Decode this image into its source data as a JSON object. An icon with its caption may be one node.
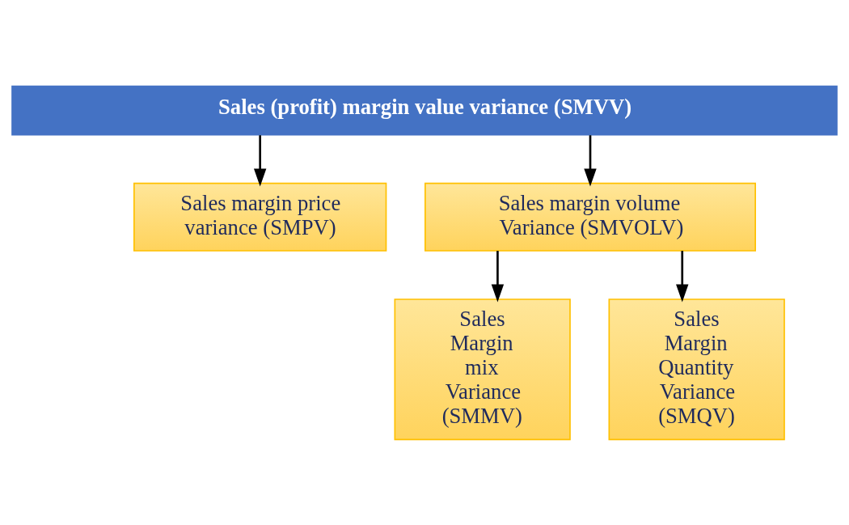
{
  "diagram": {
    "nodes": [
      {
        "text": [
          "Sales (profit) margin value variance (SMVV)"
        ]
      },
      {
        "text": [
          "Sales margin price variance (SMPV)"
        ]
      },
      {
        "text": [
          "Sales margin volume Variance (SMVOLV)"
        ]
      },
      {
        "text": [
          "Sales Margin mix Variance (SMMV)"
        ]
      },
      {
        "text": [
          "Sales Margin Quantity Variance (SMQV)"
        ]
      }
    ],
    "edges": [
      {
        "from": 0,
        "to": 1,
        "arrow": "to"
      },
      {
        "from": 0,
        "to": 2,
        "arrow": "to"
      },
      {
        "from": 2,
        "to": 3,
        "arrow": "to"
      },
      {
        "from": 2,
        "to": 4,
        "arrow": "to"
      }
    ]
  }
}
